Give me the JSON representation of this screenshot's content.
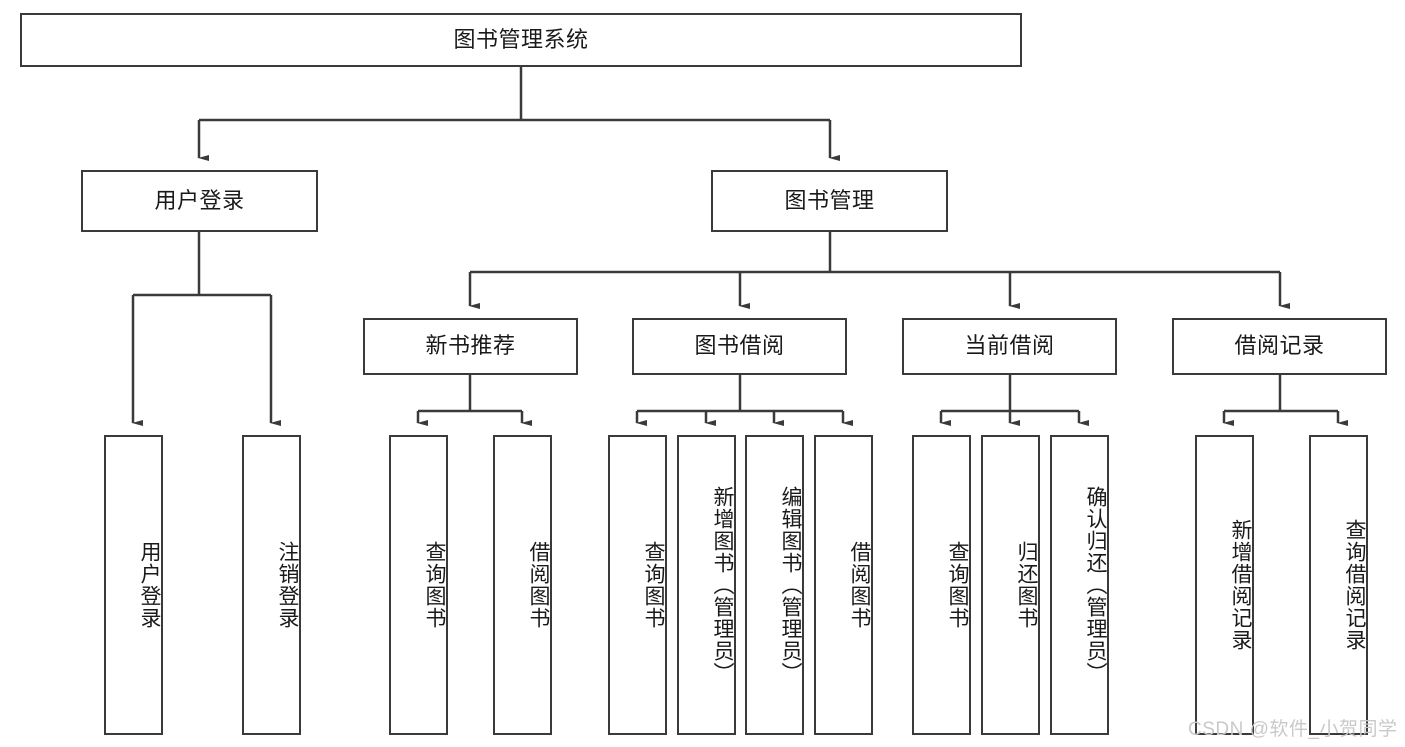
{
  "diagram": {
    "title": "图书管理系统",
    "type": "tree-hierarchy",
    "orientation": "top-down",
    "watermark": "CSDN @软件_小贺同学",
    "colors": {
      "box_border": "#3a3a3a",
      "box_fill": "#ffffff",
      "connector": "#3a3a3a",
      "text": "#1a1a1a",
      "watermark": "#c9c9c9"
    }
  },
  "nodes": {
    "root": {
      "label": "图书管理系统"
    },
    "level2": [
      {
        "label": "用户登录"
      },
      {
        "label": "图书管理"
      }
    ],
    "level3": [
      {
        "label": "新书推荐"
      },
      {
        "label": "图书借阅"
      },
      {
        "label": "当前借阅"
      },
      {
        "label": "借阅记录"
      }
    ],
    "leaves": {
      "user_login": [
        {
          "label": "用户登录"
        },
        {
          "label": "注销登录"
        }
      ],
      "new_book_recommend": [
        {
          "label": "查询图书"
        },
        {
          "label": "借阅图书"
        }
      ],
      "book_borrow": [
        {
          "label": "查询图书"
        },
        {
          "label": "新增图书（管理员）"
        },
        {
          "label": "编辑图书（管理员）"
        },
        {
          "label": "借阅图书"
        }
      ],
      "current_borrow": [
        {
          "label": "查询图书"
        },
        {
          "label": "归还图书"
        },
        {
          "label": "确认归还（管理员）"
        }
      ],
      "borrow_record": [
        {
          "label": "新增借阅记录"
        },
        {
          "label": "查询借阅记录"
        }
      ]
    }
  }
}
